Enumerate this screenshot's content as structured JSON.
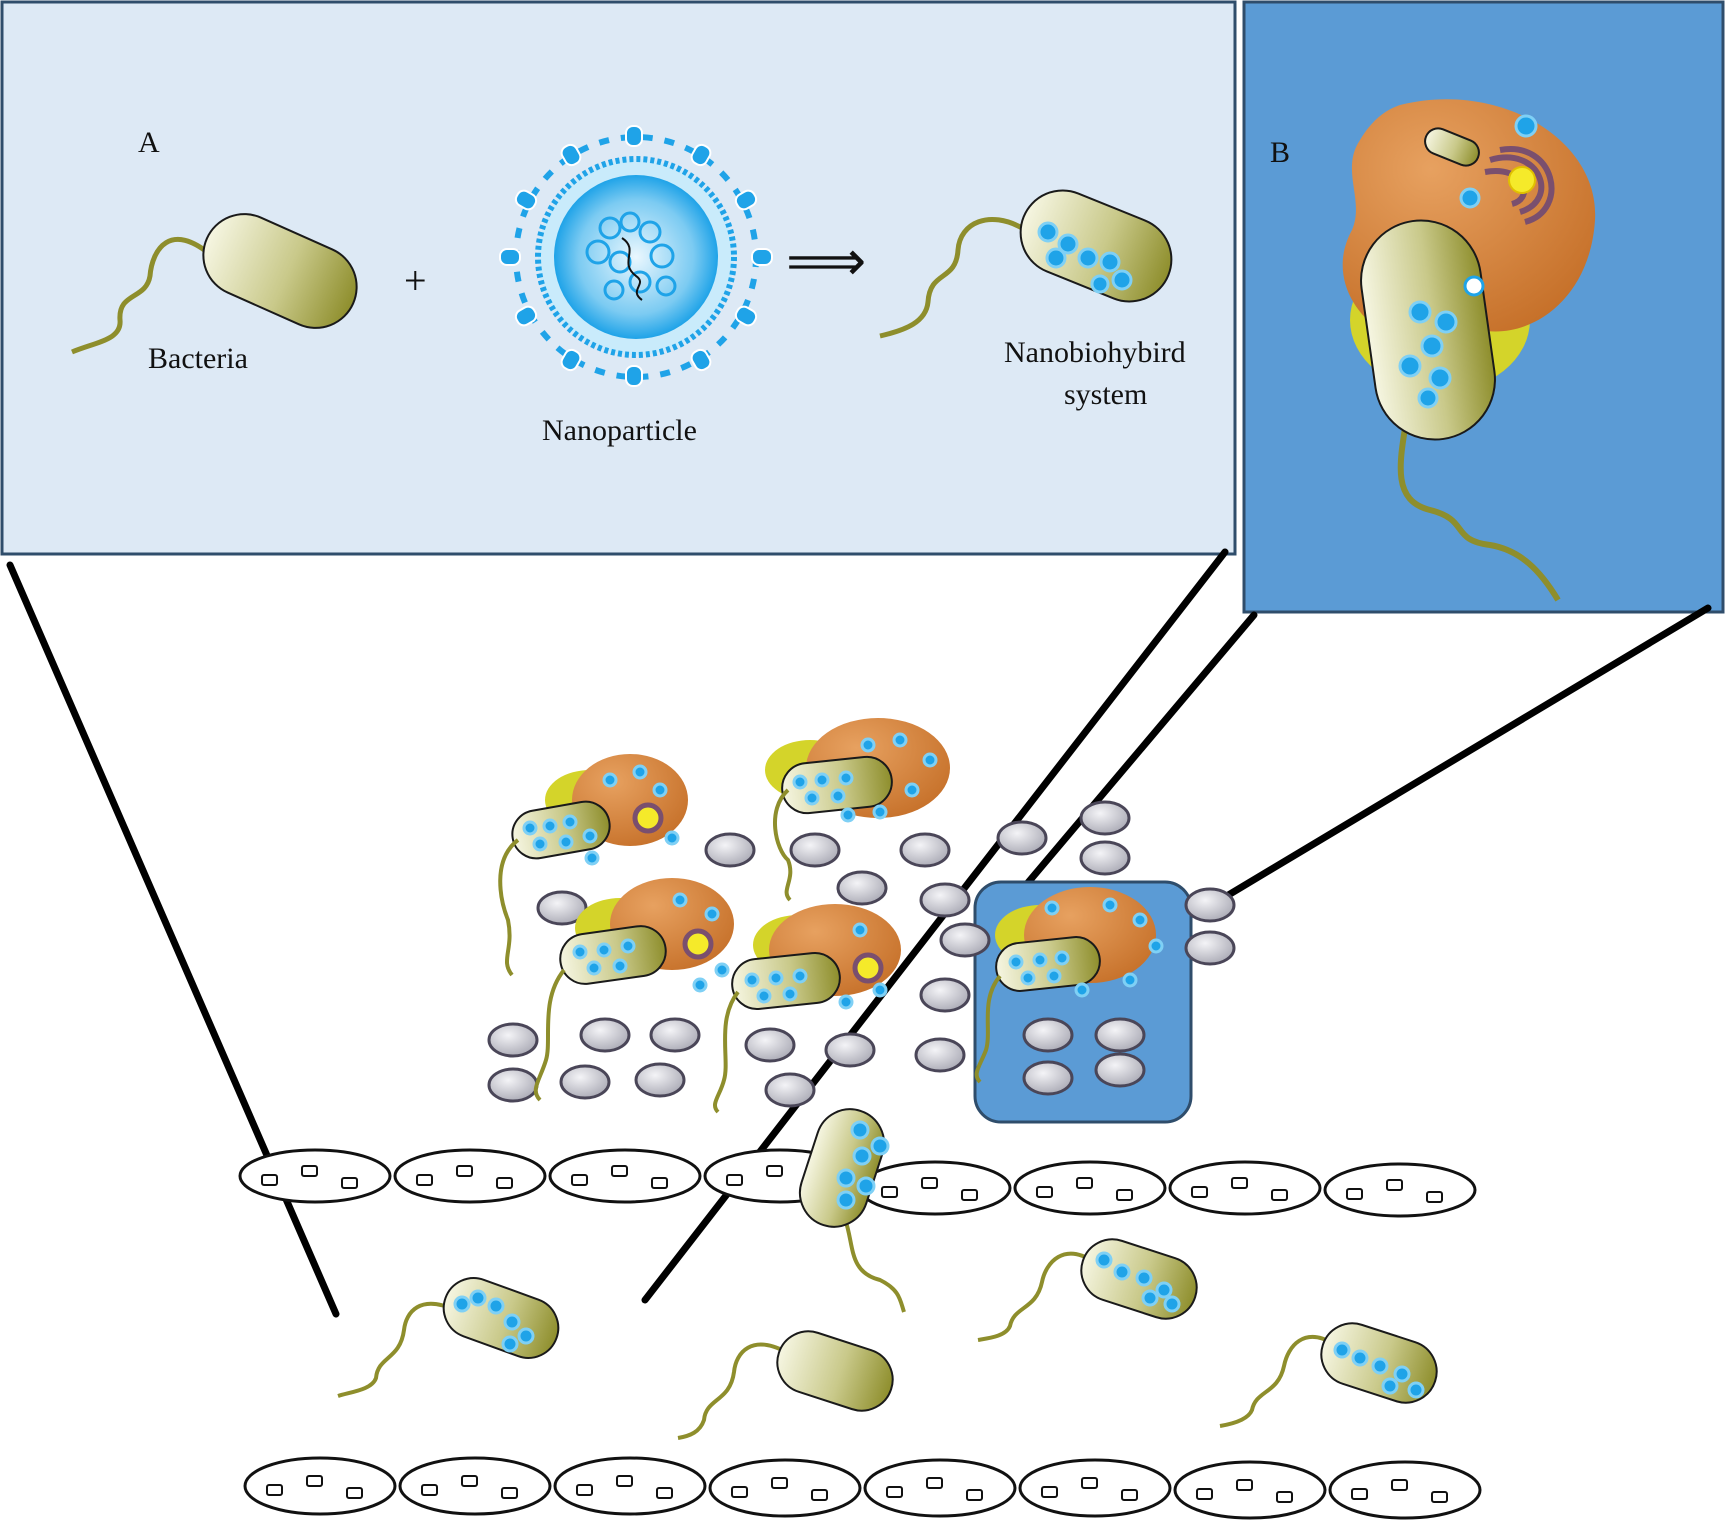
{
  "panel_a": {
    "letter": "A",
    "bacteria_label": "Bacteria",
    "plus": "+",
    "arrow": "⟹",
    "nanoparticle_label": "Nanoparticle",
    "hybrid_label_line1": "Nanobiohybird",
    "hybrid_label_line2": "system"
  },
  "panel_b": {
    "letter": "B"
  },
  "colors": {
    "panel_a_bg": "#dde9f5",
    "panel_b_bg": "#5b9bd5",
    "bacteria_body": "#9a9a3a",
    "nanoparticle": "#1fa3e8",
    "macrophage": "#d8843c",
    "cytoplasm_yellow": "#d4d42a",
    "red_cell": "#bdbdc6",
    "epithelium_outline": "#111111"
  }
}
